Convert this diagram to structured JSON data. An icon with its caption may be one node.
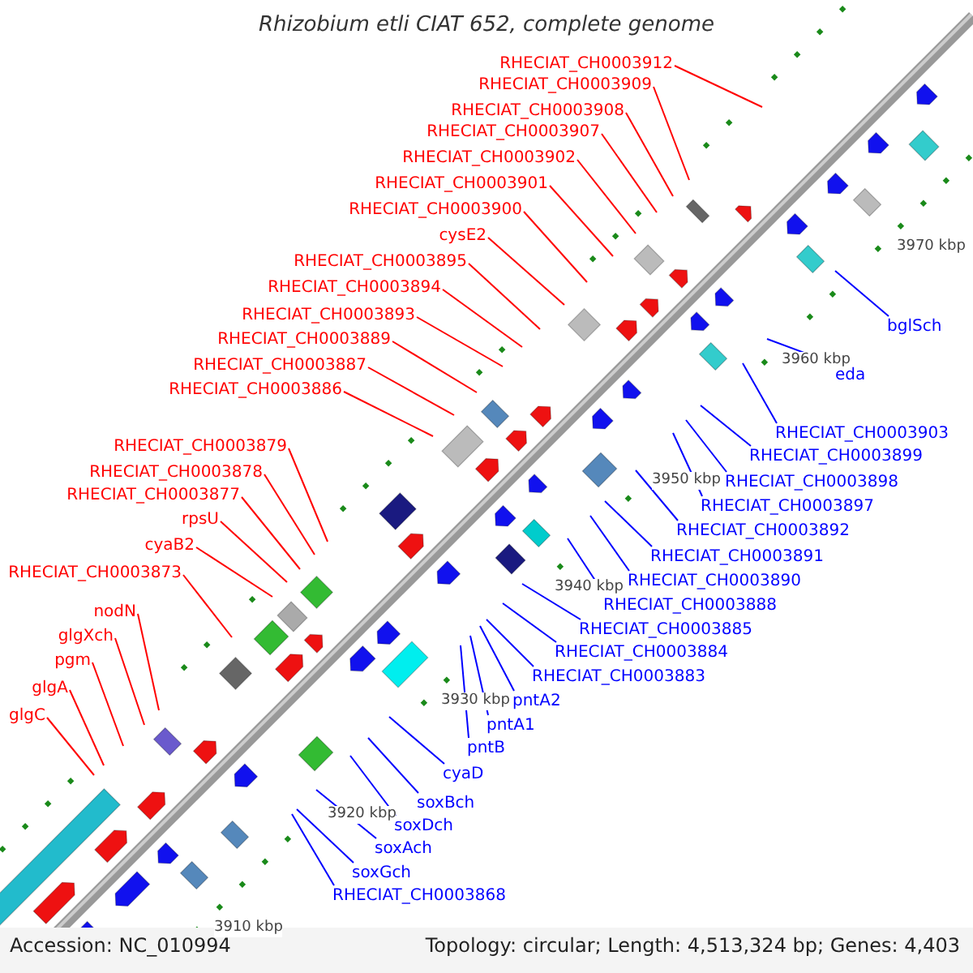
{
  "diagram": {
    "title": "Rhizobium etli CIAT 652, complete genome",
    "nodes": [
      {
        "text": [
          "RHECIAT_CH0003912"
        ]
      },
      {
        "text": [
          "RHECIAT_CH0003909"
        ]
      },
      {
        "text": [
          "RHECIAT_CH0003908"
        ]
      },
      {
        "text": [
          "RHECIAT_CH0003907"
        ]
      },
      {
        "text": [
          "RHECIAT_CH0003902"
        ]
      },
      {
        "text": [
          "RHECIAT_CH0003901"
        ]
      },
      {
        "text": [
          "RHECIAT_CH0003900"
        ]
      },
      {
        "text": [
          "cysE2"
        ]
      },
      {
        "text": [
          "RHECIAT_CH0003895"
        ]
      },
      {
        "text": [
          "RHECIAT_CH0003894"
        ]
      },
      {
        "text": [
          "RHECIAT_CH0003893"
        ]
      },
      {
        "text": [
          "RHECIAT_CH0003889"
        ]
      },
      {
        "text": [
          "RHECIAT_CH0003887"
        ]
      },
      {
        "text": [
          "RHECIAT_CH0003886"
        ]
      },
      {
        "text": [
          "RHECIAT_CH0003879"
        ]
      },
      {
        "text": [
          "RHECIAT_CH0003878"
        ]
      },
      {
        "text": [
          "RHECIAT_CH0003877"
        ]
      },
      {
        "text": [
          "rpsU"
        ]
      },
      {
        "text": [
          "cyaB2"
        ]
      },
      {
        "text": [
          "RHECIAT_CH0003873"
        ]
      },
      {
        "text": [
          "nodN"
        ]
      },
      {
        "text": [
          "glgXch"
        ]
      },
      {
        "text": [
          "pgm"
        ]
      },
      {
        "text": [
          "glgA"
        ]
      },
      {
        "text": [
          "glgC"
        ]
      },
      {
        "text": [
          "bglSch"
        ]
      },
      {
        "text": [
          "eda"
        ]
      },
      {
        "text": [
          "RHECIAT_CH0003903"
        ]
      },
      {
        "text": [
          "RHECIAT_CH0003899"
        ]
      },
      {
        "text": [
          "RHECIAT_CH0003898"
        ]
      },
      {
        "text": [
          "RHECIAT_CH0003897"
        ]
      },
      {
        "text": [
          "RHECIAT_CH0003892"
        ]
      },
      {
        "text": [
          "RHECIAT_CH0003891"
        ]
      },
      {
        "text": [
          "RHECIAT_CH0003890"
        ]
      },
      {
        "text": [
          "RHECIAT_CH0003888"
        ]
      },
      {
        "text": [
          "RHECIAT_CH0003885"
        ]
      },
      {
        "text": [
          "RHECIAT_CH0003884"
        ]
      },
      {
        "text": [
          "RHECIAT_CH0003883"
        ]
      },
      {
        "text": [
          "pntA2"
        ]
      },
      {
        "text": [
          "pntA1"
        ]
      },
      {
        "text": [
          "pntB"
        ]
      },
      {
        "text": [
          "cyaD"
        ]
      },
      {
        "text": [
          "soxBch"
        ]
      },
      {
        "text": [
          "soxDch"
        ]
      },
      {
        "text": [
          "soxAch"
        ]
      },
      {
        "text": [
          "soxGch"
        ]
      },
      {
        "text": [
          "RHECIAT_CH0003868"
        ]
      }
    ],
    "edges": [
      {
        "from": 0,
        "to": null,
        "arrow": "none"
      },
      {
        "from": 1,
        "to": null,
        "arrow": "none"
      },
      {
        "from": 2,
        "to": null,
        "arrow": "none"
      },
      {
        "from": 3,
        "to": null,
        "arrow": "none"
      },
      {
        "from": 4,
        "to": null,
        "arrow": "none"
      },
      {
        "from": 5,
        "to": null,
        "arrow": "none"
      },
      {
        "from": 6,
        "to": null,
        "arrow": "none"
      },
      {
        "from": 7,
        "to": null,
        "arrow": "none"
      },
      {
        "from": 8,
        "to": null,
        "arrow": "none"
      },
      {
        "from": 9,
        "to": null,
        "arrow": "none"
      },
      {
        "from": 10,
        "to": null,
        "arrow": "none"
      },
      {
        "from": 11,
        "to": null,
        "arrow": "none"
      },
      {
        "from": 12,
        "to": null,
        "arrow": "none"
      },
      {
        "from": 13,
        "to": null,
        "arrow": "none"
      },
      {
        "from": 14,
        "to": null,
        "arrow": "none"
      },
      {
        "from": 15,
        "to": null,
        "arrow": "none"
      },
      {
        "from": 16,
        "to": null,
        "arrow": "none"
      },
      {
        "from": 17,
        "to": null,
        "arrow": "none"
      },
      {
        "from": 18,
        "to": null,
        "arrow": "none"
      },
      {
        "from": 19,
        "to": null,
        "arrow": "none"
      },
      {
        "from": 20,
        "to": null,
        "arrow": "none"
      },
      {
        "from": 21,
        "to": null,
        "arrow": "none"
      },
      {
        "from": 22,
        "to": null,
        "arrow": "none"
      },
      {
        "from": 23,
        "to": null,
        "arrow": "none"
      },
      {
        "from": 24,
        "to": null,
        "arrow": "none"
      },
      {
        "from": 25,
        "to": null,
        "arrow": "none",
        "color": "#0000ff"
      },
      {
        "from": 26,
        "to": null,
        "arrow": "none",
        "color": "#0000ff"
      },
      {
        "from": 27,
        "to": null,
        "arrow": "none",
        "color": "#0000ff"
      },
      {
        "from": 28,
        "to": null,
        "arrow": "none",
        "color": "#0000ff"
      },
      {
        "from": 29,
        "to": null,
        "arrow": "none",
        "color": "#0000ff"
      },
      {
        "from": 30,
        "to": null,
        "arrow": "none",
        "color": "#0000ff"
      },
      {
        "from": 31,
        "to": null,
        "arrow": "none",
        "color": "#0000ff"
      },
      {
        "from": 32,
        "to": null,
        "arrow": "none",
        "color": "#0000ff"
      },
      {
        "from": 33,
        "to": null,
        "arrow": "none",
        "color": "#0000ff"
      },
      {
        "from": 34,
        "to": null,
        "arrow": "none",
        "color": "#0000ff"
      },
      {
        "from": 35,
        "to": null,
        "arrow": "none",
        "color": "#0000ff"
      },
      {
        "from": 36,
        "to": null,
        "arrow": "none",
        "color": "#0000ff"
      },
      {
        "from": 37,
        "to": null,
        "arrow": "none",
        "color": "#0000ff"
      },
      {
        "from": 38,
        "to": null,
        "arrow": "none",
        "color": "#0000ff"
      },
      {
        "from": 39,
        "to": null,
        "arrow": "none",
        "color": "#0000ff"
      },
      {
        "from": 40,
        "to": null,
        "arrow": "none",
        "color": "#0000ff"
      },
      {
        "from": 41,
        "to": null,
        "arrow": "none",
        "color": "#0000ff"
      },
      {
        "from": 42,
        "to": null,
        "arrow": "none",
        "color": "#0000ff"
      },
      {
        "from": 43,
        "to": null,
        "arrow": "none",
        "color": "#0000ff"
      },
      {
        "from": 44,
        "to": null,
        "arrow": "none",
        "color": "#0000ff"
      },
      {
        "from": 45,
        "to": null,
        "arrow": "none",
        "color": "#0000ff"
      },
      {
        "from": 46,
        "to": null,
        "arrow": "none",
        "color": "#0000ff"
      }
    ],
    "labels": [
      "3970 kbp",
      "3960 kbp",
      "3950 kbp",
      "3940 kbp",
      "3930 kbp",
      "3920 kbp",
      "3910 kbp",
      "Accession: NC_010994",
      "Topology: circular; Length: 4,513,324 bp; Genes: 4,403"
    ]
  }
}
